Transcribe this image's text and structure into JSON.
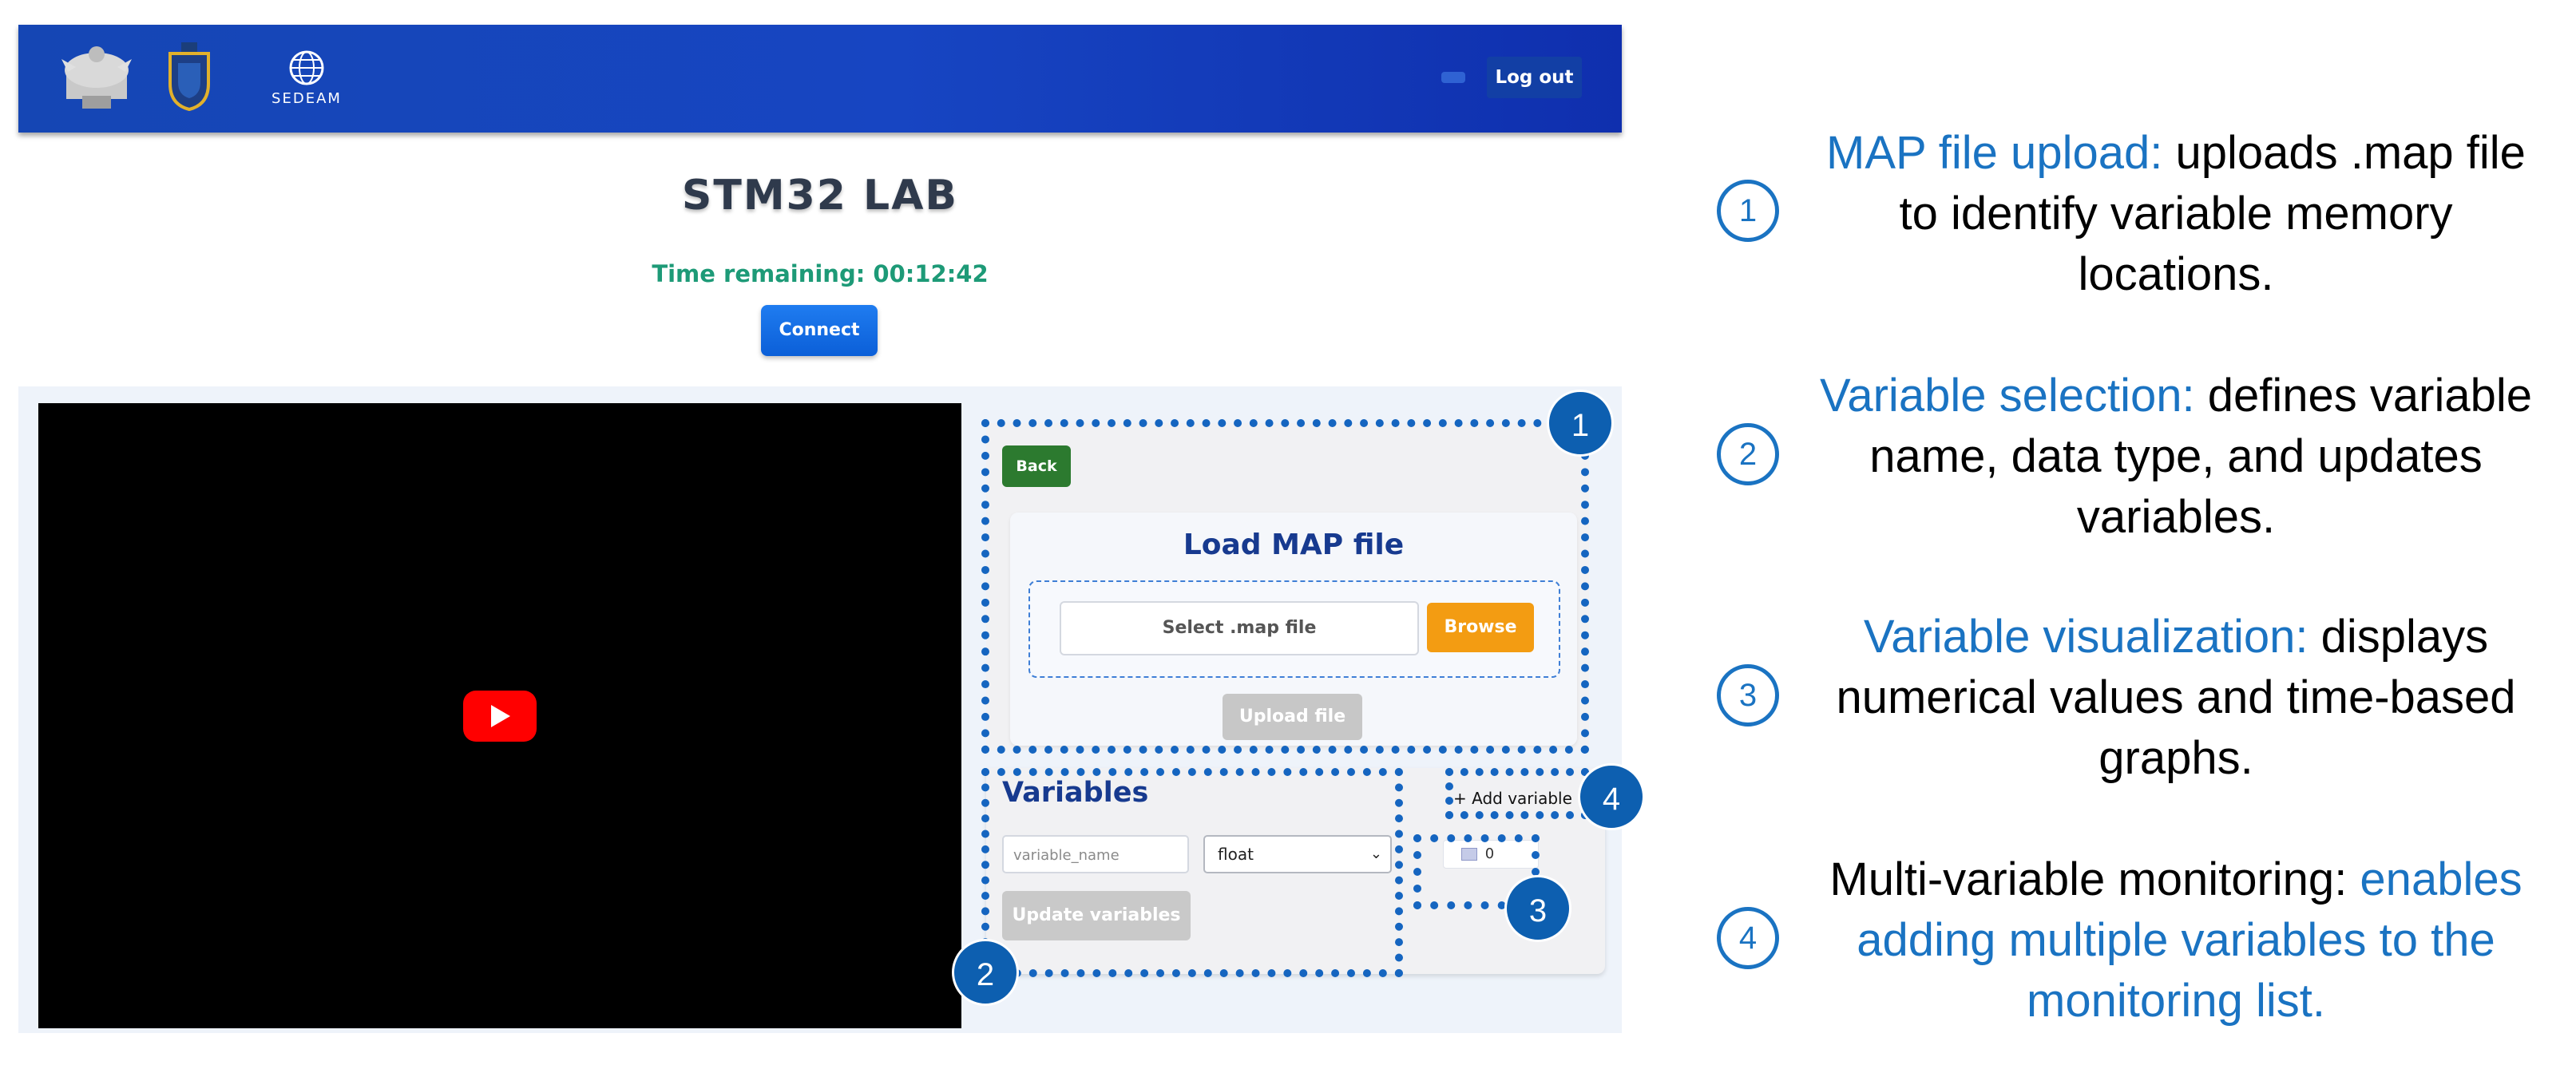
{
  "navbar": {
    "logout_label": "Log out",
    "logo_text": "SEDEAM",
    "background_color": "#1745c2"
  },
  "lab": {
    "title": "STM32 LAB",
    "time_remaining": "Time remaining: 00:12:42",
    "connect_label": "Connect"
  },
  "panel": {
    "back_label": "Back",
    "map_card": {
      "title": "Load MAP file",
      "file_placeholder": "Select .map file",
      "browse_label": "Browse",
      "upload_label": "Upload file"
    },
    "variables": {
      "title": "Variables",
      "name_placeholder": "variable_name",
      "type_selected": "float",
      "update_label": "Update variables",
      "add_label": "+ Add variable",
      "value_display": "0"
    }
  },
  "badges": [
    "1",
    "2",
    "3",
    "4"
  ],
  "annotations": [
    {
      "number": "1",
      "highlight": "MAP file upload:",
      "text_lines": [
        " uploads .map file",
        "to identify variable memory",
        "locations."
      ]
    },
    {
      "number": "2",
      "highlight": "Variable selection:",
      "text_lines": [
        " defines variable",
        "name, data type, and updates",
        "variables."
      ]
    },
    {
      "number": "3",
      "highlight": "Variable visualization:",
      "text_lines": [
        " displays",
        "numerical values and time-based",
        "graphs."
      ]
    },
    {
      "number": "4",
      "plain": "Multi-variable monitoring:",
      "blue_lines": [
        " enables",
        "adding multiple variables to the",
        "monitoring list."
      ]
    }
  ],
  "colors": {
    "accent_blue": "#1a73c2",
    "dotted_border": "#1565c0",
    "browse_orange": "#f39c12",
    "back_green": "#2c7a2f",
    "time_green": "#1d9a77"
  },
  "icons": [
    "emblem-eagle-icon",
    "shield-crest-icon",
    "sedeam-globe-icon",
    "youtube-play-icon",
    "chart-icon",
    "select-chevron-icon"
  ]
}
